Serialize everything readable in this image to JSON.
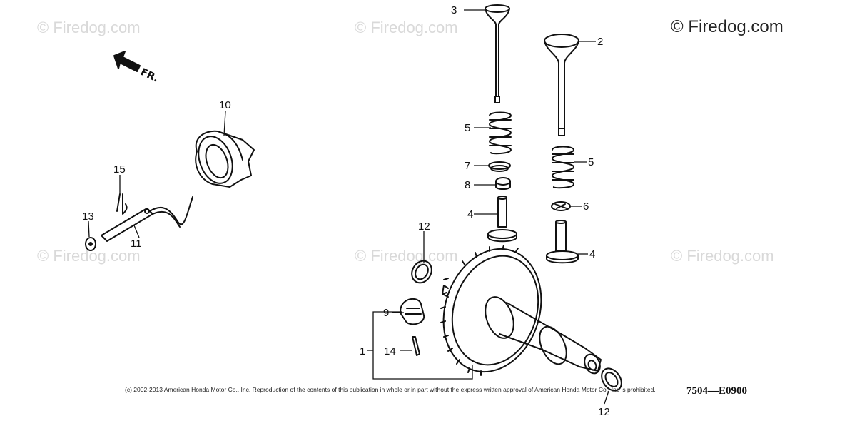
{
  "watermarks": {
    "small": "© Firedog.com",
    "large": "© Firedog.com"
  },
  "direction_label": "FR.",
  "callouts": {
    "c1": "1",
    "c2": "2",
    "c3": "3",
    "c4a": "4",
    "c4b": "4",
    "c5a": "5",
    "c5b": "5",
    "c6": "6",
    "c7": "7",
    "c8": "8",
    "c9": "9",
    "c10": "10",
    "c11": "11",
    "c12a": "12",
    "c12b": "12",
    "c13": "13",
    "c14": "14",
    "c15": "15"
  },
  "footer": {
    "copyright": "(c) 2002-2013 American Honda Motor Co., Inc. Reproduction of the contents of this publication in whole or in part without the express written approval of American Honda Motor Co., Inc is prohibited.",
    "diagram_code": "7504—E0900"
  }
}
